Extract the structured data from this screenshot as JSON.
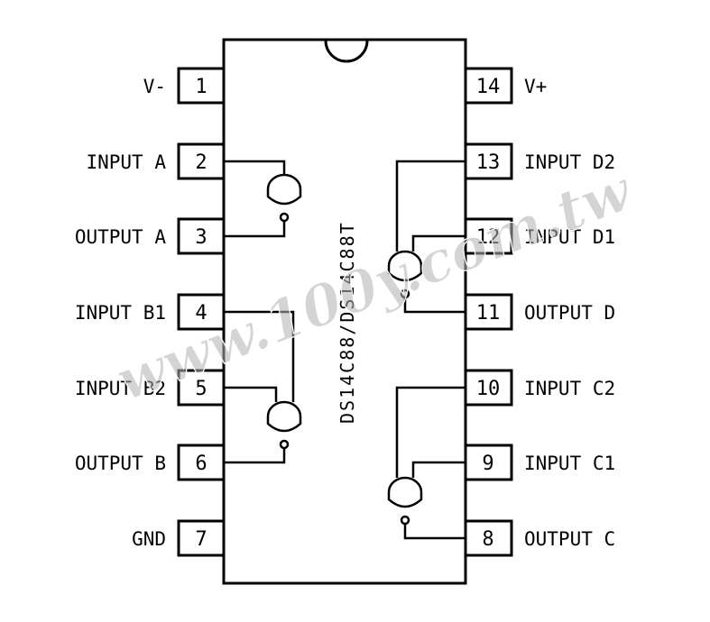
{
  "chip": {
    "part_label": "DS14C88/DS14C88T"
  },
  "pins_left": [
    {
      "number": "1",
      "label": "V-"
    },
    {
      "number": "2",
      "label": "INPUT A"
    },
    {
      "number": "3",
      "label": "OUTPUT A"
    },
    {
      "number": "4",
      "label": "INPUT B1"
    },
    {
      "number": "5",
      "label": "INPUT B2"
    },
    {
      "number": "6",
      "label": "OUTPUT B"
    },
    {
      "number": "7",
      "label": "GND"
    }
  ],
  "pins_right": [
    {
      "number": "14",
      "label": "V+"
    },
    {
      "number": "13",
      "label": "INPUT D2"
    },
    {
      "number": "12",
      "label": "INPUT D1"
    },
    {
      "number": "11",
      "label": "OUTPUT D"
    },
    {
      "number": "10",
      "label": "INPUT C2"
    },
    {
      "number": "9",
      "label": "INPUT C1"
    },
    {
      "number": "8",
      "label": "OUTPUT C"
    }
  ],
  "watermark": {
    "text": "www.100y.com.tw"
  },
  "colors": {
    "line": "#000000",
    "watermark": "#b0b0b0"
  }
}
